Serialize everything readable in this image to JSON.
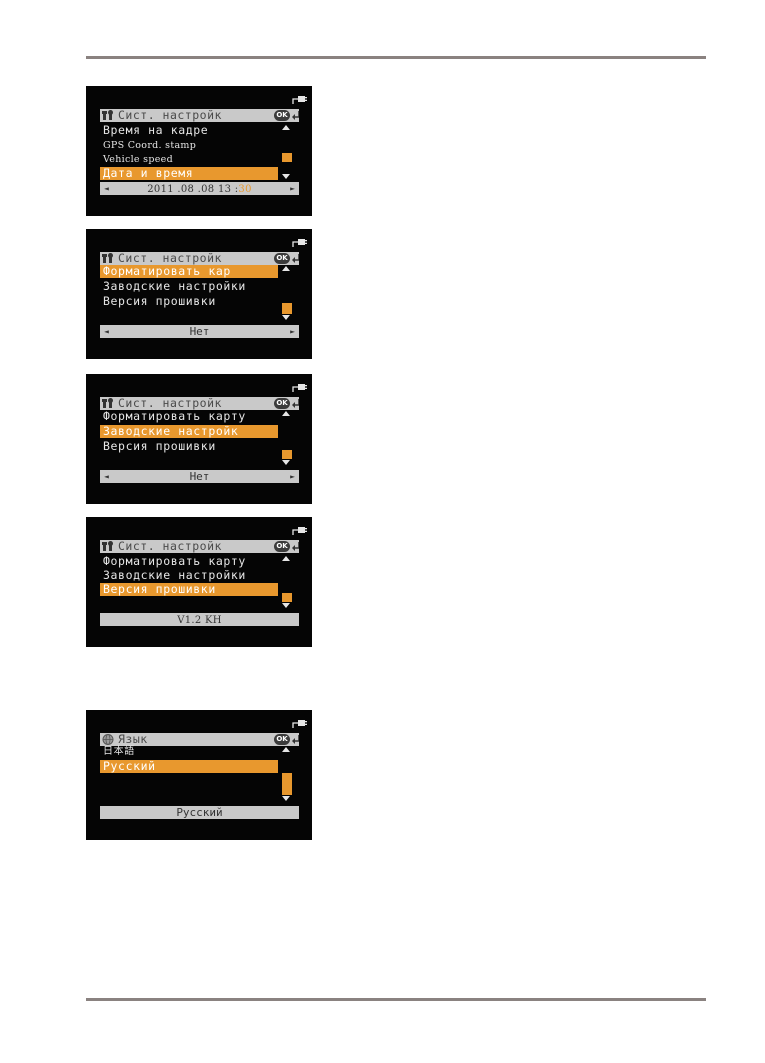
{
  "screens": [
    {
      "title": "Сист. настройк",
      "ok_label": "OK",
      "items": [
        "Время на кадре",
        "GPS Coord. stamp",
        "Vehicle speed",
        "Дата и время"
      ],
      "selected_index": 3,
      "value_date": "2011 .08 .08 13 :",
      "value_minutes": "30",
      "left_arrow": "◄",
      "right_arrow": "►"
    },
    {
      "title": "Сист. настройк",
      "ok_label": "OK",
      "items": [
        "Форматировать кар",
        "Заводские настройки",
        "Версия прошивки"
      ],
      "selected_index": 0,
      "value": "Нет",
      "left_arrow": "◄",
      "right_arrow": "►"
    },
    {
      "title": "Сист. настройк",
      "ok_label": "OK",
      "items": [
        "Форматировать карту",
        "Заводские настройк",
        "Версия прошивки"
      ],
      "selected_index": 1,
      "value": "Нет",
      "left_arrow": "◄",
      "right_arrow": "►"
    },
    {
      "title": "Сист. настройк",
      "ok_label": "OK",
      "items": [
        "Форматировать карту",
        "Заводские настройки",
        "Версия прошивки"
      ],
      "selected_index": 2,
      "value": "V1.2 KH"
    },
    {
      "title": "Язык",
      "ok_label": "OK",
      "items": [
        "日本語",
        "Русский"
      ],
      "selected_index": 1,
      "value": "Русский"
    }
  ],
  "colors": {
    "highlight": "#e8982e",
    "screen_bg": "#050505",
    "bar_bg": "#c9c9c9",
    "rule": "#8a8280"
  },
  "icons": {
    "settings": "wrench-icon",
    "language": "globe-icon",
    "power": "power-plug-icon",
    "back": "back-arrow-icon"
  }
}
